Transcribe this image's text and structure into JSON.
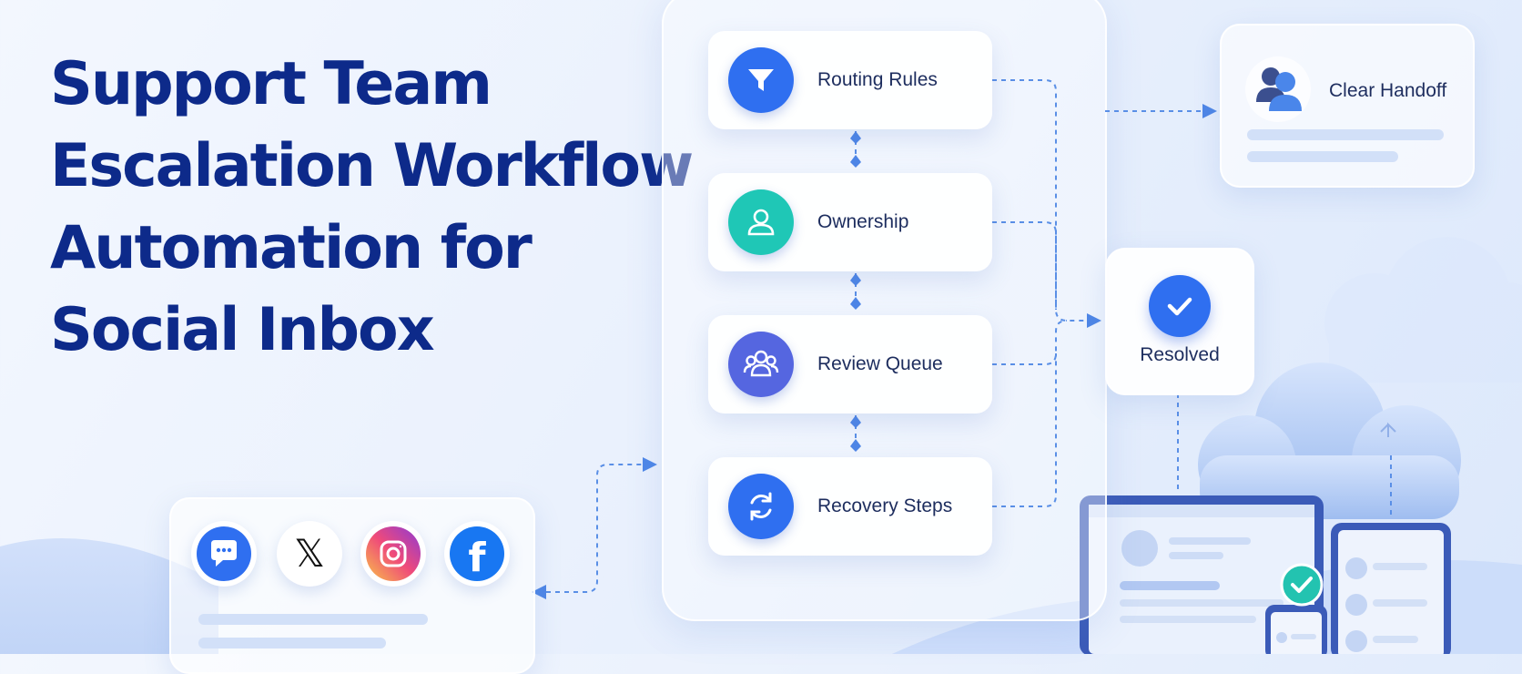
{
  "title_lines": [
    "Support Team",
    "Escalation Workflow",
    "Automation for",
    "Social Inbox"
  ],
  "steps": [
    {
      "label": "Routing Rules",
      "icon": "funnel-icon",
      "color": "#2f6ff0"
    },
    {
      "label": "Ownership",
      "icon": "user-icon",
      "color": "#1fc7b6"
    },
    {
      "label": "Review Queue",
      "icon": "group-icon",
      "color": "#5566e0"
    },
    {
      "label": "Recovery Steps",
      "icon": "refresh-icon",
      "color": "#2f6ff0"
    }
  ],
  "handoff": {
    "label": "Clear Handoff",
    "icon": "users-icon"
  },
  "resolved": {
    "label": "Resolved",
    "icon": "check-icon"
  },
  "social_icons": [
    {
      "name": "chat-icon",
      "color": "#2f6ff0"
    },
    {
      "name": "x-icon",
      "glyph": "𝕏"
    },
    {
      "name": "instagram-icon"
    },
    {
      "name": "facebook-icon",
      "glyph": "f",
      "color": "#1877f2"
    }
  ],
  "colors": {
    "title": "#0d2a8a",
    "accent": "#2f6ff0",
    "teal": "#1fc7b6",
    "connector": "#5a8fe6"
  }
}
